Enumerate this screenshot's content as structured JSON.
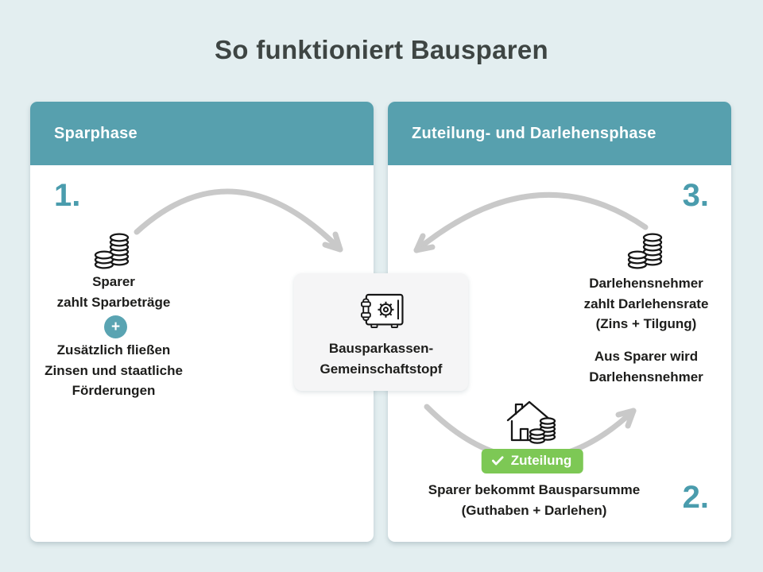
{
  "title": "So funktioniert Bausparen",
  "colors": {
    "background": "#e3eef0",
    "teal_header": "#57a0ae",
    "teal_accent": "#4a9cad",
    "green_badge": "#7dc855",
    "arrow_gray": "#c9c9c9",
    "panel_white": "#ffffff",
    "center_box_gray": "#f5f5f6",
    "text_dark": "#1d1d1b"
  },
  "left_panel": {
    "header": "Sparphase",
    "step_number": "1.",
    "coins_icon": "coin-stacks",
    "step_label": [
      "Sparer",
      "zahlt Sparbeträge"
    ],
    "plus_symbol": "+",
    "extra_label": [
      "Zusätzlich fließen",
      "Zinsen und staatliche",
      "Förderungen"
    ]
  },
  "center_box": {
    "safe_icon": "community-pot-safe",
    "label": [
      "Bausparkassen-",
      "Gemeinschaftstopf"
    ]
  },
  "right_panel": {
    "header": "Zuteilung- und Darlehensphase",
    "step3_number": "3.",
    "coins_icon": "coin-stacks",
    "step3_label": [
      "Darlehensnehmer",
      "zahlt Darlehensrate",
      "(Zins + Tilgung)"
    ],
    "note_label": [
      "Aus Sparer wird",
      "Darlehensnehmer"
    ],
    "house_icon": "house-with-coins",
    "badge": {
      "check_icon": "checkmark",
      "label": "Zuteilung"
    },
    "step2_label": [
      "Sparer bekommt Bausparsumme",
      "(Guthaben + Darlehen)"
    ],
    "step2_number": "2."
  }
}
